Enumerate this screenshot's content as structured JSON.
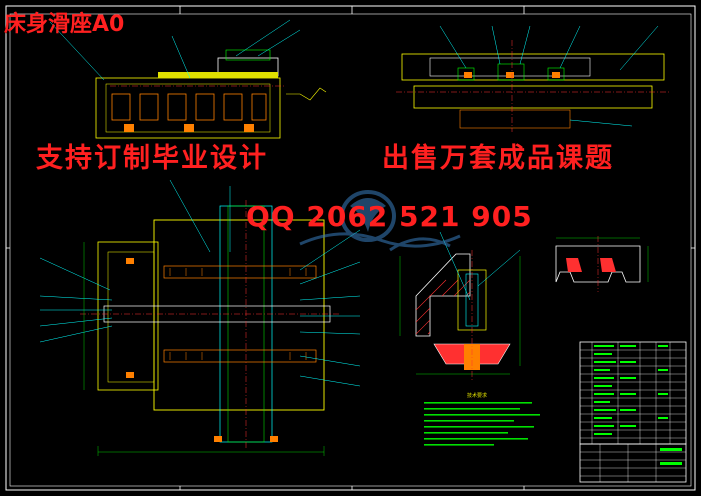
{
  "drawing": {
    "title": "床身滑座A0",
    "promo_left": "支持订制毕业设计",
    "promo_right": "出售万套成品课题",
    "qq": "QQ 2062 521 905",
    "tech_requirements_title": "技术要求"
  },
  "colors": {
    "background": "#000000",
    "frame": "#ffffff",
    "outline": "#ffff00",
    "centerline": "#ff3030",
    "leader": "#00ffff",
    "dimension": "#00ff00",
    "hatch": "#ff3030",
    "part": "#ff8000",
    "promo_text": "#ff2020",
    "watermark": "#3a7fbf"
  },
  "icons": [
    "watermark-logo"
  ]
}
